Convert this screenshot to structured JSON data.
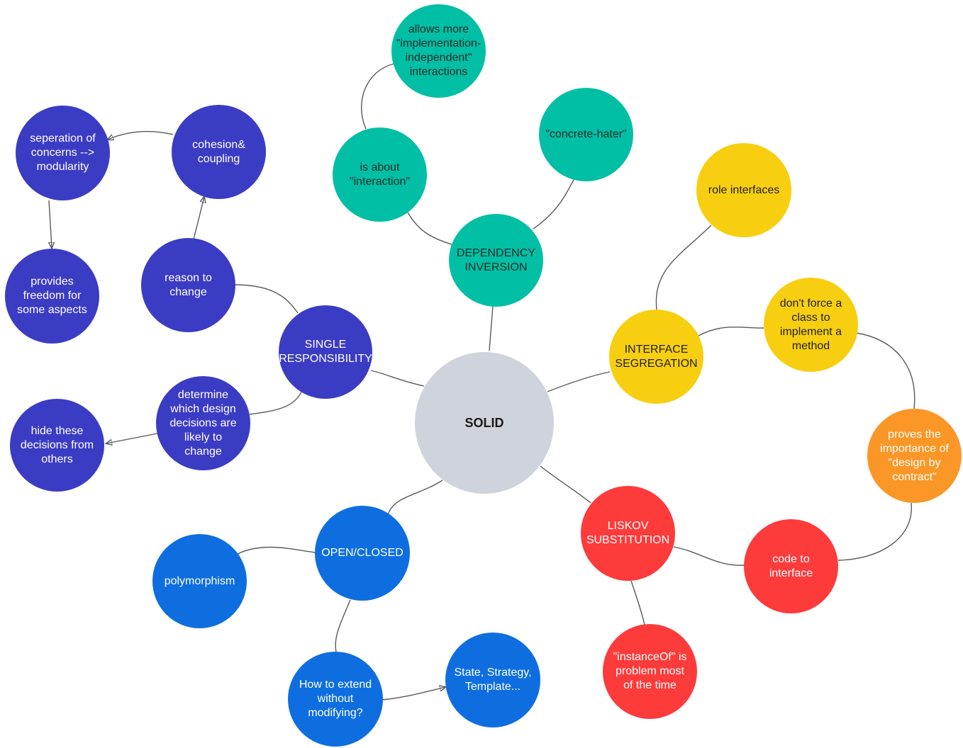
{
  "root": {
    "label": "SOLID"
  },
  "srp": {
    "label": "SINGLE\nRESPONSIBILITY",
    "reason": "reason to\nchange",
    "cohesion": "cohesion&\ncoupling",
    "separation": "seperation of\nconcerns -->\nmodularity",
    "freedom": "provides\nfreedom for\nsome aspects",
    "determine": "determine\nwhich design\ndecisions are\nlikely to\nchange",
    "hide": "hide these\ndecisions from\nothers"
  },
  "dip": {
    "label": "DEPENDENCY\nINVERSION",
    "interaction": "is about\n\"interaction\"",
    "allows": "allows more\n\"implementation-\nindependent\"\ninteractions",
    "concrete": "\"concrete-hater\""
  },
  "isp": {
    "label": "INTERFACE\nSEGREGATION",
    "role": "role interfaces",
    "force": "don't force a\nclass to\nimplement a\nmethod"
  },
  "contract": {
    "label": "proves the\nimportance of\n\"design by\ncontract\""
  },
  "lsp": {
    "label": "LISKOV\nSUBSTITUTION",
    "code": "code to\ninterface",
    "instanceof": "\"instanceOf\" is\nproblem most\nof the time"
  },
  "ocp": {
    "label": "OPEN/CLOSED",
    "poly": "polymorphism",
    "extend": "How to extend\nwithout\nmodifying?",
    "state": "State, Strategy,\nTemplate..."
  },
  "colors": {
    "root": "#cfd4dc",
    "single_responsibility": "#3b3cc4",
    "dependency_inversion": "#00bfa5",
    "interface_segregation": "#f8cf10",
    "design_by_contract": "#fb9726",
    "liskov_substitution": "#fd3b3b",
    "open_closed": "#0e6ee0"
  }
}
